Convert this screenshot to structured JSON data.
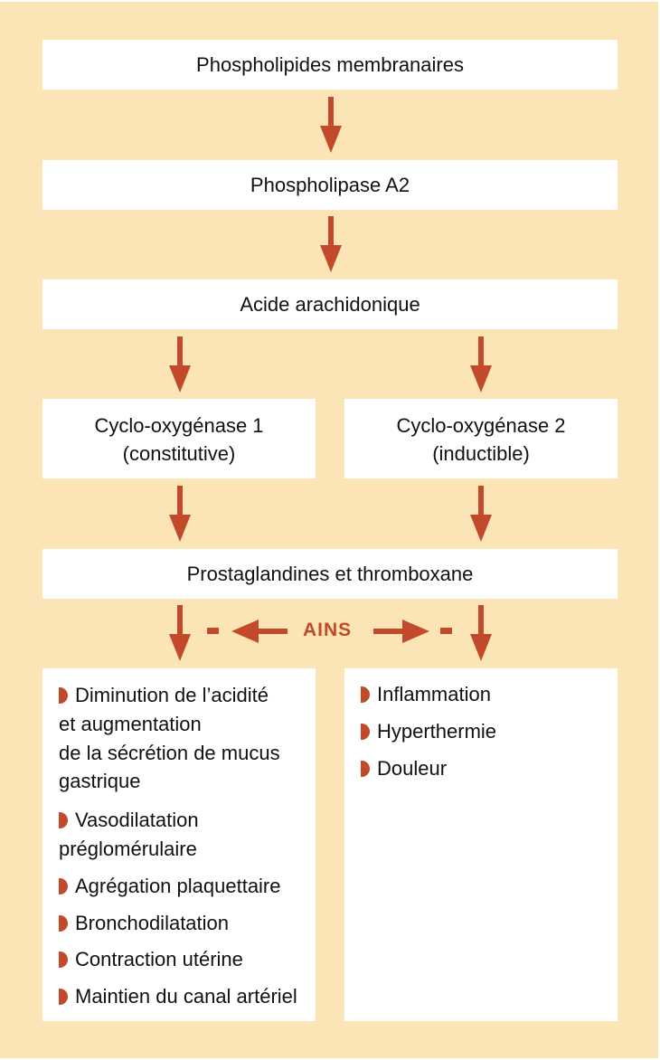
{
  "diagram": {
    "nodes": {
      "phospholipides": "Phospholipides membranaires",
      "phospholipase": "Phospholipase A2",
      "acide": "Acide arachidonique",
      "cox1_line1": "Cyclo-oxygénase 1",
      "cox1_line2": "(constitutive)",
      "cox2_line1": "Cyclo-oxygénase 2",
      "cox2_line2": "(inductible)",
      "prostaglandines": "Prostaglandines et thromboxane"
    },
    "inhibitor": {
      "label": "AINS",
      "left_sign": "-",
      "right_sign": "-"
    },
    "cox1_effects": [
      [
        "Diminution de l’acidité",
        "et augmentation",
        "de la sécrétion de mucus",
        "gastrique"
      ],
      [
        "Vasodilatation",
        "préglomérulaire"
      ],
      [
        "Agrégation plaquettaire"
      ],
      [
        "Bronchodilatation"
      ],
      [
        "Contraction utérine"
      ],
      [
        "Maintien du canal artériel"
      ]
    ],
    "cox2_effects": [
      [
        "Inflammation"
      ],
      [
        "Hyperthermie"
      ],
      [
        "Douleur"
      ]
    ],
    "colors": {
      "background": "#FBE5B6",
      "accent": "#C24A2A",
      "box": "#FFFFFF",
      "text": "#111111"
    }
  }
}
